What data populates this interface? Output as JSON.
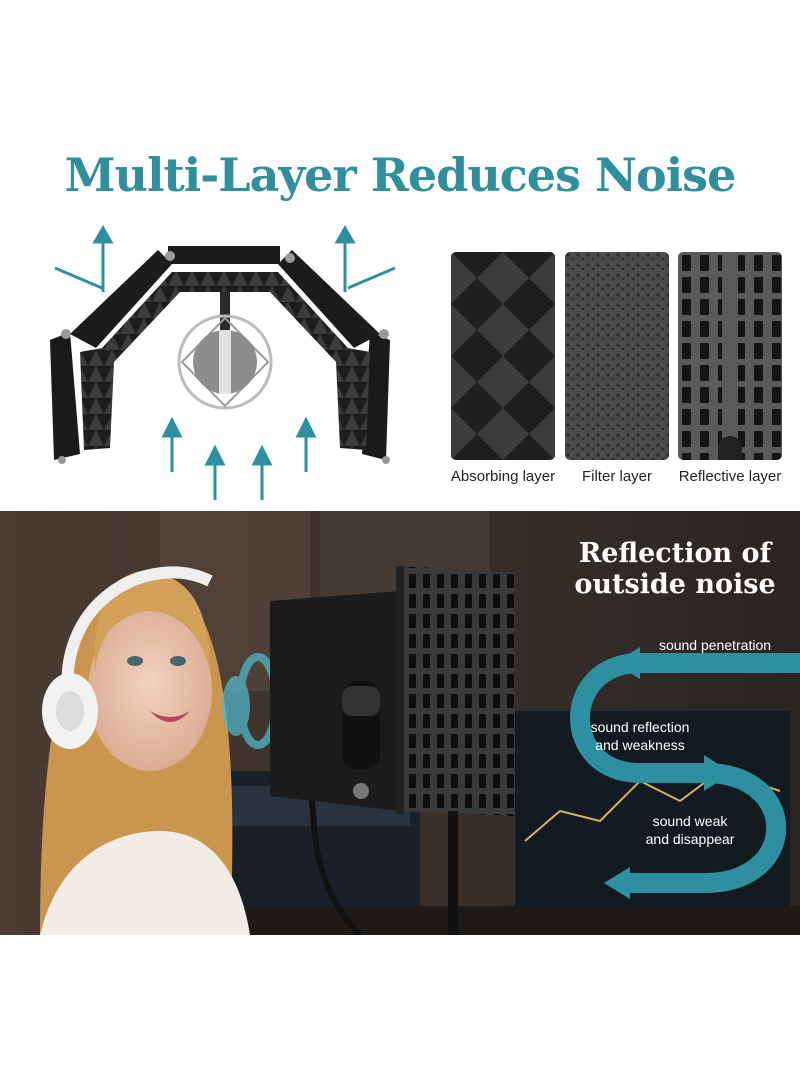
{
  "headline": "Multi-Layer Reduces Noise",
  "layers": [
    {
      "label": "Absorbing layer",
      "icon": "pyramid-foam-icon"
    },
    {
      "label": "Filter layer",
      "icon": "sponge-foam-icon"
    },
    {
      "label": "Reflective layer",
      "icon": "perforated-panel-icon"
    }
  ],
  "scene": {
    "title_line1": "Reflection of",
    "title_line2": "outside noise",
    "notes": {
      "penetration": "sound penetration",
      "reflection_line1": "sound reflection",
      "reflection_line2": "and weakness",
      "weak_line1": "sound weak",
      "weak_line2": "and disappear"
    }
  },
  "colors": {
    "teal": "#2f8f9c",
    "arrow_teal": "#2e8fa0",
    "foam": "#2b2b2b"
  }
}
